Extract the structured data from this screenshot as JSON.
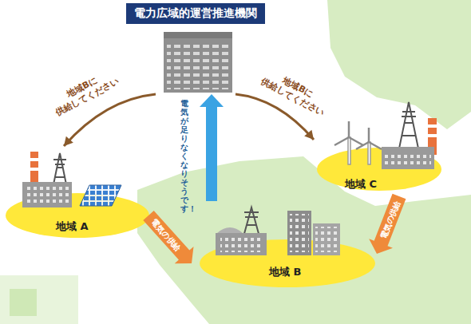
{
  "diagram": {
    "nodes": [
      {
        "text": [
          "電力広域的運営推進機関"
        ]
      },
      {
        "text": [
          "地域 A"
        ]
      },
      {
        "text": [
          "地域 B"
        ]
      },
      {
        "text": [
          "地域 C"
        ]
      }
    ],
    "edges": [
      {
        "from": 0,
        "to": 1,
        "arrow": "to",
        "label": "地域Bに 供給してください"
      },
      {
        "from": 0,
        "to": 3,
        "arrow": "to",
        "label": "地域Bに 供給してください"
      },
      {
        "from": 2,
        "to": 0,
        "arrow": "to",
        "label": "電気が足りなく なりそうです！"
      },
      {
        "from": 1,
        "to": 2,
        "arrow": "to",
        "label": "電気の供給"
      },
      {
        "from": 3,
        "to": 2,
        "arrow": "to",
        "label": "電気の供給"
      }
    ]
  }
}
